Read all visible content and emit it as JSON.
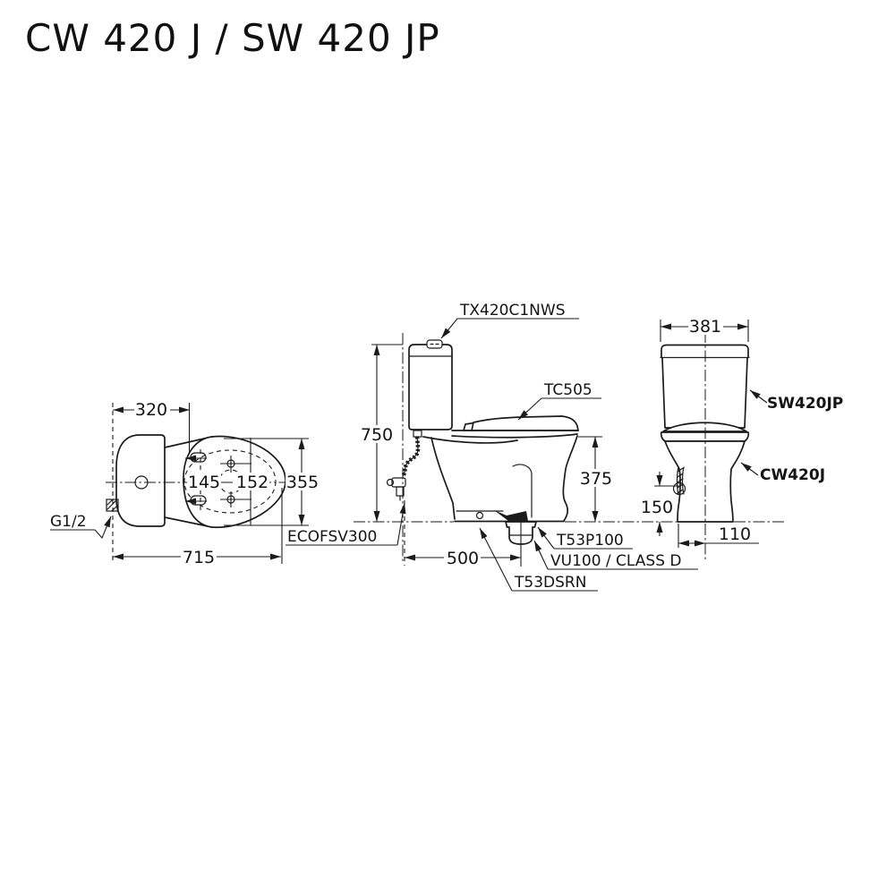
{
  "title": "CW 420 J / SW 420 JP",
  "plan_view": {
    "dim_tank_width": "320",
    "dim_hinge_spacing": "145",
    "dim_hole_spacing": "152",
    "dim_bowl_width": "355",
    "dim_overall_length": "715",
    "label_water_inlet": "G1/2"
  },
  "side_view": {
    "dim_overall_height": "750",
    "dim_rim_height": "375",
    "dim_outlet_distance": "500",
    "label_flush_valve": "TX420C1NWS",
    "label_seat": "TC505",
    "label_stop_valve": "ECOFSV300",
    "label_outlet_socket": "T53P100",
    "label_outlet_pipe": "VU100 / CLASS D",
    "label_fixing_set": "T53DSRN"
  },
  "front_view": {
    "dim_tank_width": "381",
    "dim_inlet_height": "150",
    "dim_base_offset": "110",
    "label_tank_model": "SW420JP",
    "label_bowl_model": "CW420J"
  }
}
